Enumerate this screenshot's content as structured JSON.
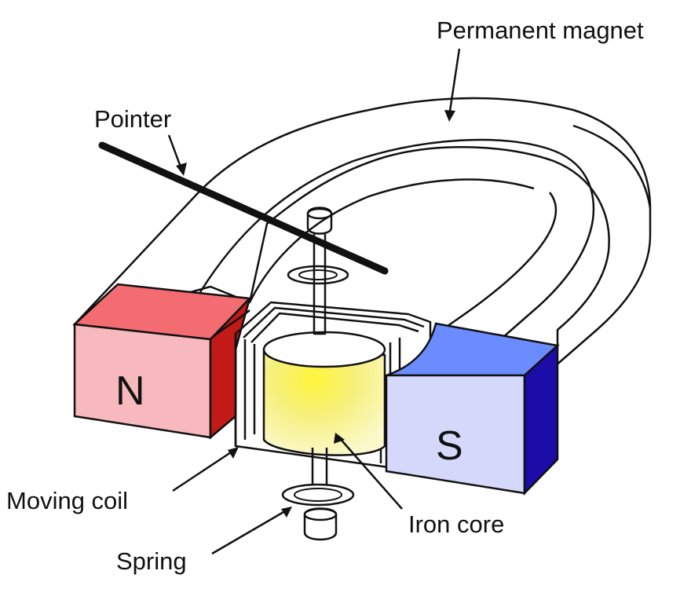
{
  "labels": {
    "permanent_magnet": "Permanent magnet",
    "pointer": "Pointer",
    "moving_coil": "Moving coil",
    "iron_core": "Iron core",
    "spring": "Spring"
  },
  "poles": {
    "north": "N",
    "south": "S"
  },
  "colors": {
    "north_face": "#f7b9bd",
    "north_top": "#f26c72",
    "north_side": "#c21a16",
    "south_face": "#d4d9fb",
    "south_top": "#6a8cff",
    "south_side": "#1c0da8",
    "iron_core": "#f3f08a",
    "iron_core_highlight": "#fff53a"
  }
}
